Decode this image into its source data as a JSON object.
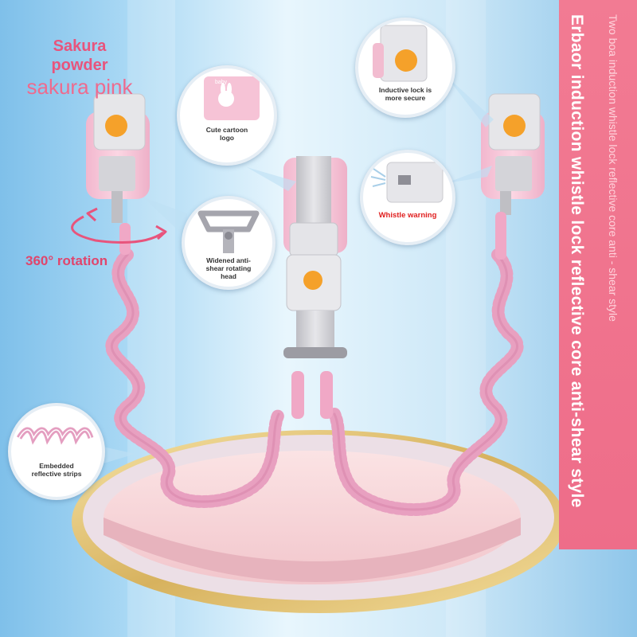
{
  "headline": {
    "line1": "Sakura\npowder",
    "line2": "sakura pink"
  },
  "side_banner": {
    "main": "Erbaor induction whistle lock reflective core anti-shear style",
    "sub": "Two boa induction whistle lock reflective core anti - shear style"
  },
  "rotation_label": "360° rotation",
  "callouts": {
    "logo": "Cute cartoon logo",
    "logo_badge": "baby",
    "lock": "Inductive lock is more secure",
    "whistle": "Whistle warning",
    "rotating_head": "Widened anti-shear rotating head",
    "reflective": "Embedded reflective strips"
  },
  "colors": {
    "accent_pink": "#ee6d89",
    "cord_pink": "#e8a0c0",
    "buckle_orange": "#f5a12a",
    "strap_grey": "#cfcfd4"
  }
}
